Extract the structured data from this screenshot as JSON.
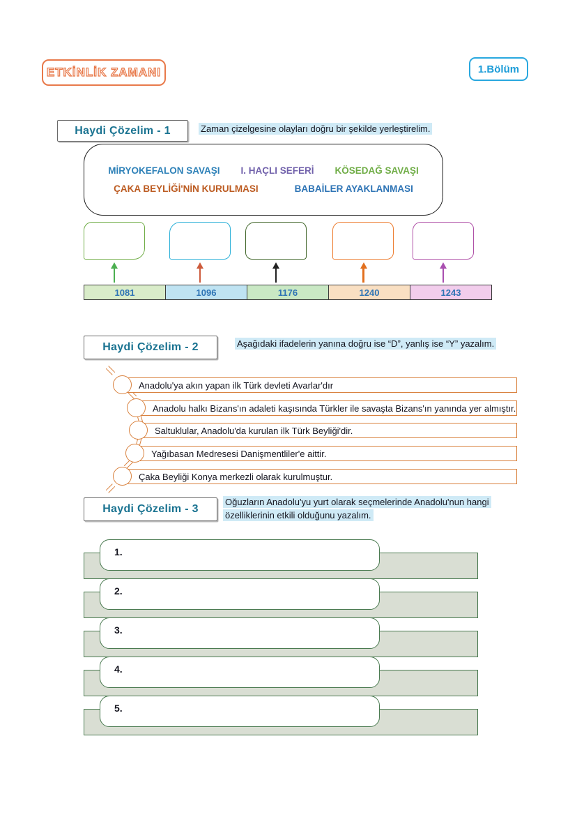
{
  "header": {
    "activity_badge": "ETKİNLİK ZAMANI",
    "section_badge": "1.Bölüm",
    "accent_orange": "#e8794a",
    "accent_cyan": "#29a8df"
  },
  "activity1": {
    "label": "Haydi Çözelim - 1",
    "instruction": "Zaman çizelgesine olayları doğru bir şekilde yerleştirelim.",
    "highlight_color": "#cfeaf6",
    "events": [
      {
        "label": "MİRYOKEFALON SAVAŞI",
        "color": "#2e81b8"
      },
      {
        "label": "I. HAÇLI SEFERİ",
        "color": "#7161ab"
      },
      {
        "label": "KÖSEDAĞ SAVAŞI",
        "color": "#70ad47"
      },
      {
        "label": "ÇAKA BEYLİĞİ'NİN KURULMASI",
        "color": "#bc5b21"
      },
      {
        "label": "BABAİLER AYAKLANMASI",
        "color": "#2e74b5"
      }
    ],
    "timeline": {
      "year_text_color": "#2e74b5",
      "years": [
        {
          "year": "1081",
          "segment_fill": "#d9ecc9",
          "box_border": "#70ad47",
          "arrow_color": "#4caf50"
        },
        {
          "year": "1096",
          "segment_fill": "#bfe3f2",
          "box_border": "#2bb0d8",
          "arrow_color": "#cd5b3c"
        },
        {
          "year": "1176",
          "segment_fill": "#c9e8c4",
          "box_border": "#44682d",
          "arrow_color": "#222222"
        },
        {
          "year": "1240",
          "segment_fill": "#f9dfc2",
          "box_border": "#ed7d31",
          "arrow_color": "#e2701f"
        },
        {
          "year": "1243",
          "segment_fill": "#f2cdec",
          "box_border": "#b052a8",
          "arrow_color": "#a94fb0"
        }
      ]
    }
  },
  "activity2": {
    "label": "Haydi Çözelim - 2",
    "instruction": "Aşağıdaki ifadelerin yanına doğru ise “D”, yanlış ise “Y” yazalım.",
    "border_color": "#d9823f",
    "statements": [
      "Anadolu'ya akın yapan ilk Türk devleti Avarlar'dır",
      "Anadolu halkı Bizans'ın adaleti kaşısında Türkler ile savaşta Bizans'ın yanında yer almıştır.",
      "Saltuklular, Anadolu'da kurulan ilk Türk Beyliği'dir.",
      "Yağıbasan Medresesi Danişmentliler'e aittir.",
      "Çaka Beyliği Konya merkezli olarak kurulmuştur."
    ]
  },
  "activity3": {
    "label": "Haydi Çözelim - 3",
    "instruction": "Oğuzların Anadolu'yu yurt olarak seçmelerinde Anadolu'nun hangi özelliklerinin etkili olduğunu yazalım.",
    "bar_fill": "#d9ded3",
    "border_green": "#4a7a50",
    "items": [
      "1.",
      "2.",
      "3.",
      "4.",
      "5."
    ]
  }
}
